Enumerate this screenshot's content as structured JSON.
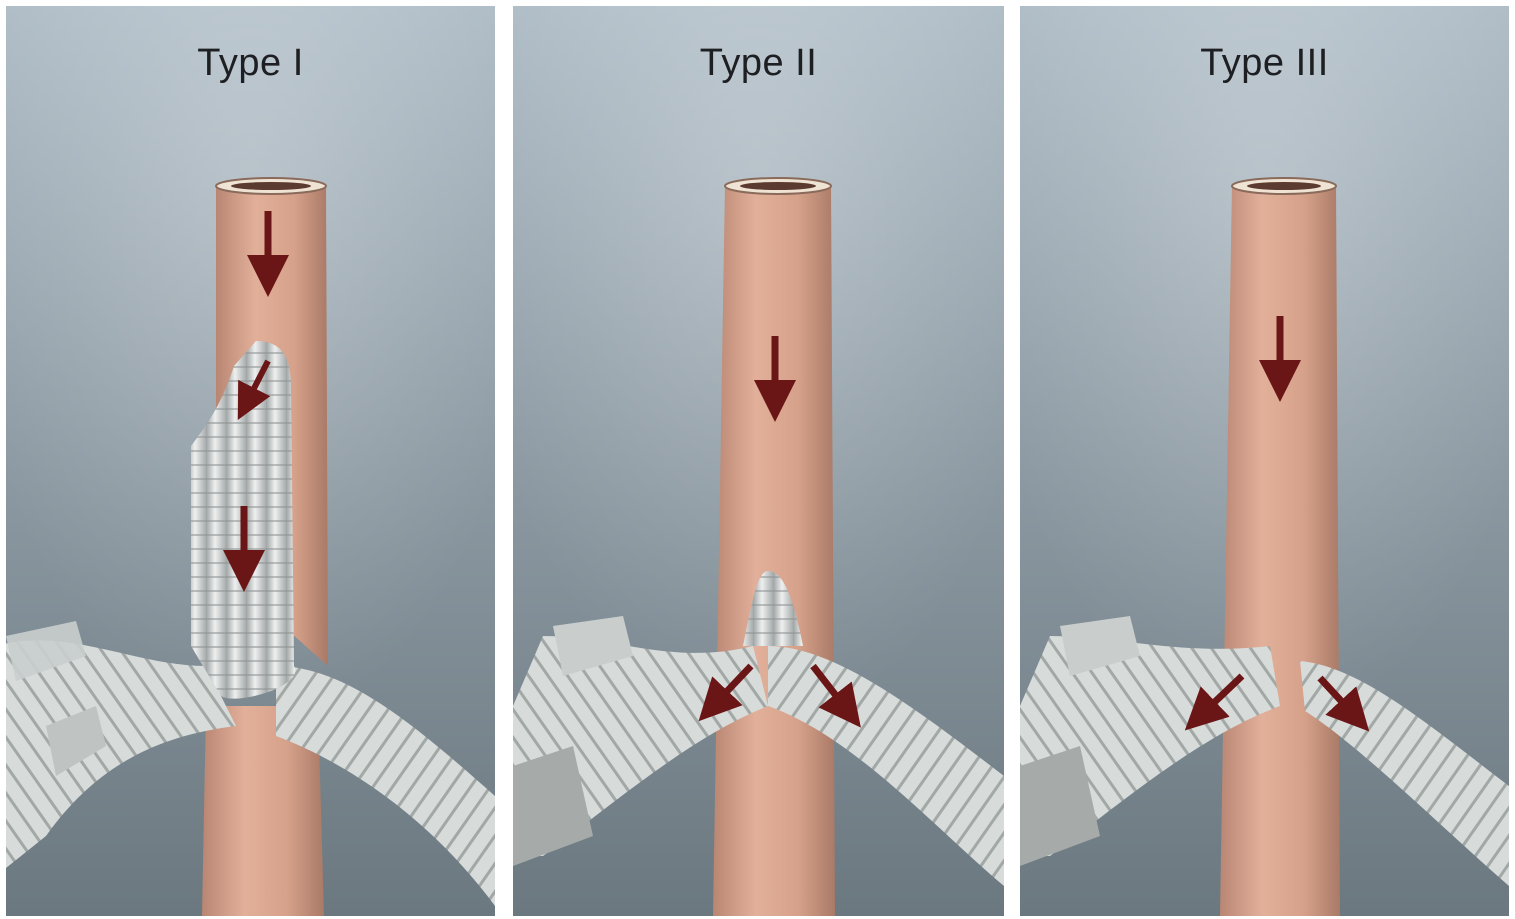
{
  "panels": [
    {
      "id": "type-1",
      "title": "Type I"
    },
    {
      "id": "type-2",
      "title": "Type II"
    },
    {
      "id": "type-3",
      "title": "Type III"
    }
  ],
  "colors": {
    "background_top": "#aebcc6",
    "background_bottom": "#6e7b85",
    "esophagus": "#d9a48c",
    "trachea": "#d4d7d6",
    "arrow": "#6b1616"
  }
}
